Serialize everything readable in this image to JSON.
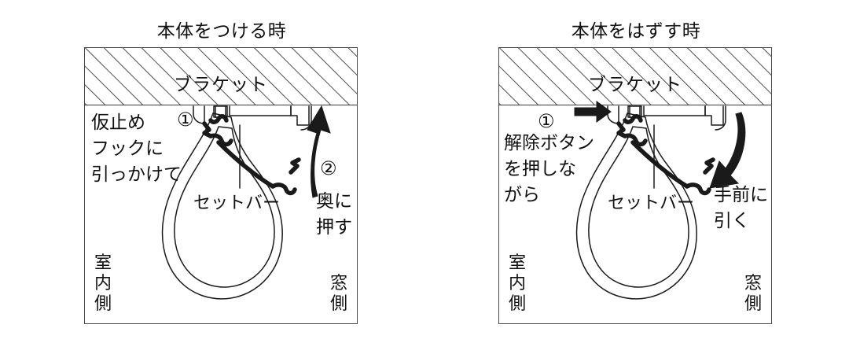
{
  "document": {
    "kind": "instruction-diagram",
    "language": "ja",
    "background_color": "#ffffff",
    "line_color": "#1a1a1a",
    "panel_count": 2
  },
  "panels": [
    {
      "id": "attach",
      "title": "本体をつける時",
      "ceiling_label": "ブラケット",
      "instruction_top": [
        "仮止め",
        "フックに",
        "引っかけて"
      ],
      "instruction_side": [
        "奥に",
        "押す"
      ],
      "step_markers": [
        {
          "label": "①",
          "meaning": "hook-onto-temporary-hook"
        },
        {
          "label": "②",
          "meaning": "push-inward"
        }
      ],
      "part_label": "セットバー",
      "orientation_left": [
        "室",
        "内",
        "側"
      ],
      "orientation_right": [
        "窓",
        "側"
      ],
      "arrows": [
        {
          "name": "push-up-arrow",
          "direction": "up-curved",
          "style": "solid-black"
        }
      ]
    },
    {
      "id": "detach",
      "title": "本体をはずす時",
      "ceiling_label": "ブラケット",
      "instruction_top": [
        "解除ボタン",
        "を押しな",
        "がら"
      ],
      "instruction_side": [
        "手前に",
        "引く"
      ],
      "step_markers": [
        {
          "label": "①",
          "meaning": "press-release-button"
        }
      ],
      "part_label": "セットバー",
      "orientation_left": [
        "室",
        "内",
        "側"
      ],
      "orientation_right": [
        "窓",
        "側"
      ],
      "arrows": [
        {
          "name": "press-button-arrow",
          "direction": "right",
          "style": "solid-black"
        },
        {
          "name": "pull-down-arrow",
          "direction": "down-curved",
          "style": "solid-black"
        }
      ]
    }
  ]
}
